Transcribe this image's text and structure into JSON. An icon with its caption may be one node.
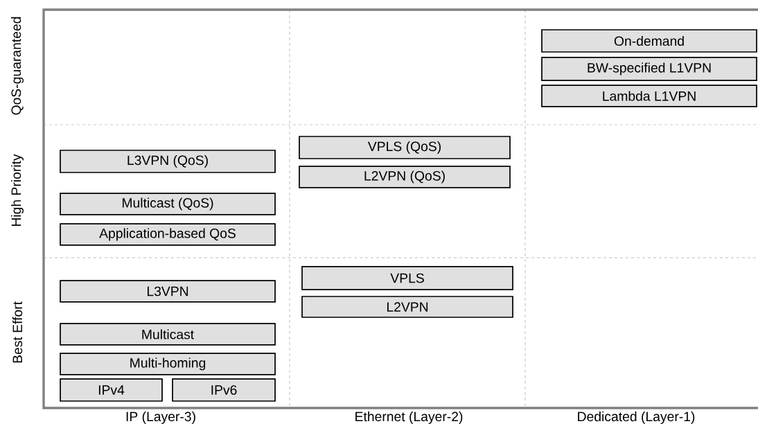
{
  "diagram": {
    "nodes": [
      {
        "text": [
          "On-demand"
        ]
      },
      {
        "text": [
          "BW-specified L1VPN"
        ]
      },
      {
        "text": [
          "Lambda L1VPN"
        ]
      },
      {
        "text": [
          "L3VPN (QoS)"
        ]
      },
      {
        "text": [
          "Multicast (QoS)"
        ]
      },
      {
        "text": [
          "Application-based QoS"
        ]
      },
      {
        "text": [
          "VPLS (QoS)"
        ]
      },
      {
        "text": [
          "L2VPN (QoS)"
        ]
      },
      {
        "text": [
          "L3VPN"
        ]
      },
      {
        "text": [
          "Multicast"
        ]
      },
      {
        "text": [
          "Multi-homing"
        ]
      },
      {
        "text": [
          "IPv4"
        ]
      },
      {
        "text": [
          "IPv6"
        ]
      },
      {
        "text": [
          "VPLS"
        ]
      },
      {
        "text": [
          "L2VPN"
        ]
      }
    ],
    "labels": [
      "QoS-guaranteed",
      "High Priority",
      "Best Effort",
      "IP (Layer-3)",
      "Ethernet (Layer-2)",
      "Dedicated (Layer-1)"
    ]
  }
}
